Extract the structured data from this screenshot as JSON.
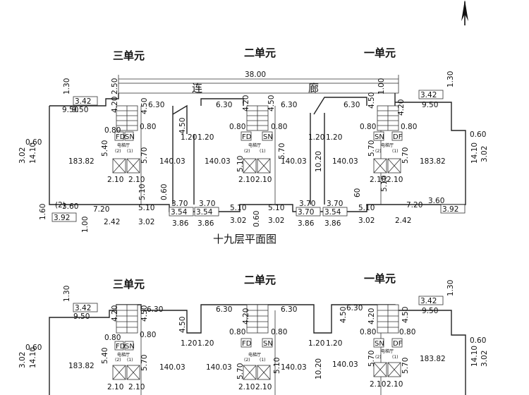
{
  "compass": {
    "icon": "north-arrow-icon"
  },
  "top_plan": {
    "units": [
      "三单元",
      "二单元",
      "一单元"
    ],
    "caption": "十九层平面图",
    "total_length": "38.00",
    "corridor": [
      "连",
      "廊"
    ],
    "areas": [
      "183.82",
      "140.03",
      "140.03",
      "140.03",
      "140.03",
      "183.82"
    ],
    "lift_label": "电梯厅",
    "lift_codes": {
      "fd": "FD",
      "sn": "SN",
      "df": "DF",
      "num_a": "(2)",
      "num_b": "(1)",
      "num_c": "(2)"
    },
    "dims": {
      "v130": "1.30",
      "v250": "2.50",
      "v342": "3.42",
      "v950": "9.50",
      "v420": "4.20",
      "v450": "4.50",
      "v630": "6.30",
      "v080": "0.80",
      "v120": "1.20",
      "v540": "5.40",
      "v570": "5.70",
      "v060": "0.60",
      "v302": "3.02",
      "v1410": "14.10",
      "v210": "2.10",
      "v510": "5.10",
      "v370": "3.70",
      "v354": "3.54",
      "v360": "3.60",
      "v720": "7.20",
      "v160": "1.60",
      "v392": "3.92",
      "v242": "2.42",
      "v386": "3.86",
      "v1020": "10.20",
      "v100": "1.00",
      "v060b": "60",
      "v2": "(2)"
    }
  },
  "bottom_plan": {
    "units": [
      "三单元",
      "二单元",
      "一单元"
    ],
    "areas": [
      "183.82",
      "140.03",
      "140.03",
      "140.03",
      "140.03",
      "183.82"
    ],
    "lift_label": "电梯厅",
    "lift_codes": {
      "fd": "FD",
      "sn": "SN",
      "df": "DF",
      "num_a": "(2)",
      "num_b": "(1)"
    }
  }
}
